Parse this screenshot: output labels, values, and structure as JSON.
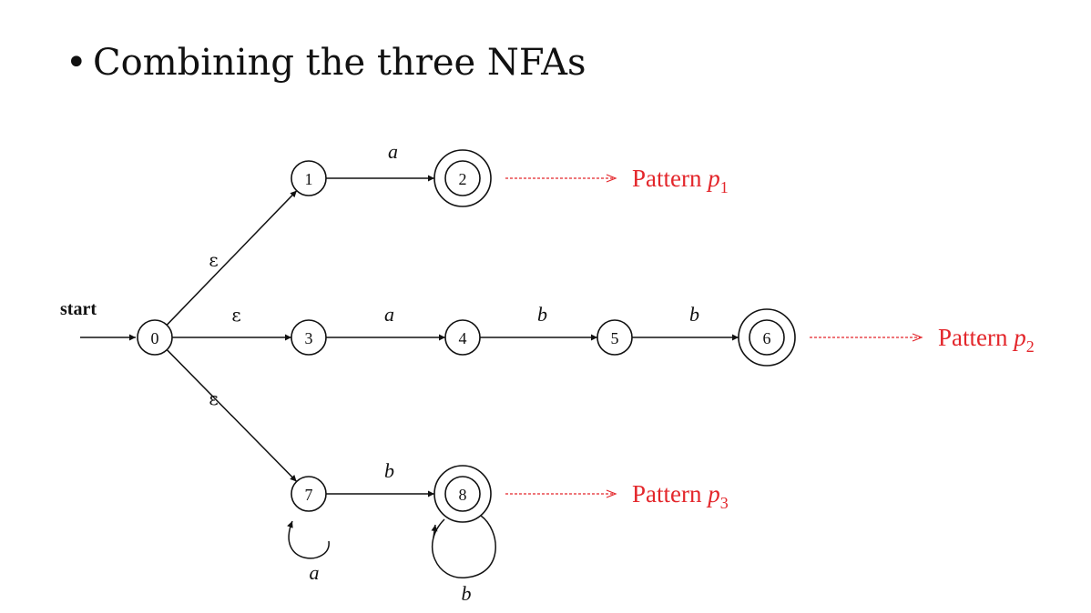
{
  "slide": {
    "bullet": "•",
    "title": "Combining the three NFAs"
  },
  "diagram": {
    "start_label": "start",
    "nodes": [
      {
        "id": "0",
        "accepting": false
      },
      {
        "id": "1",
        "accepting": false
      },
      {
        "id": "2",
        "accepting": true
      },
      {
        "id": "3",
        "accepting": false
      },
      {
        "id": "4",
        "accepting": false
      },
      {
        "id": "5",
        "accepting": false
      },
      {
        "id": "6",
        "accepting": true
      },
      {
        "id": "7",
        "accepting": false
      },
      {
        "id": "8",
        "accepting": true
      }
    ],
    "edges": [
      {
        "from": "0",
        "to": "1",
        "label": "ε"
      },
      {
        "from": "0",
        "to": "3",
        "label": "ε"
      },
      {
        "from": "0",
        "to": "7",
        "label": "ε"
      },
      {
        "from": "1",
        "to": "2",
        "label": "a"
      },
      {
        "from": "3",
        "to": "4",
        "label": "a"
      },
      {
        "from": "4",
        "to": "5",
        "label": "b"
      },
      {
        "from": "5",
        "to": "6",
        "label": "b"
      },
      {
        "from": "7",
        "to": "8",
        "label": "b"
      },
      {
        "from": "7",
        "to": "7",
        "label": "a"
      },
      {
        "from": "8",
        "to": "8",
        "label": "b"
      }
    ],
    "patterns": [
      {
        "node": "2",
        "word": "Pattern",
        "var": "p",
        "sub": "1"
      },
      {
        "node": "6",
        "word": "Pattern",
        "var": "p",
        "sub": "2"
      },
      {
        "node": "8",
        "word": "Pattern",
        "var": "p",
        "sub": "3"
      }
    ],
    "colors": {
      "pattern": "#e3262b",
      "ink": "#111111"
    }
  }
}
